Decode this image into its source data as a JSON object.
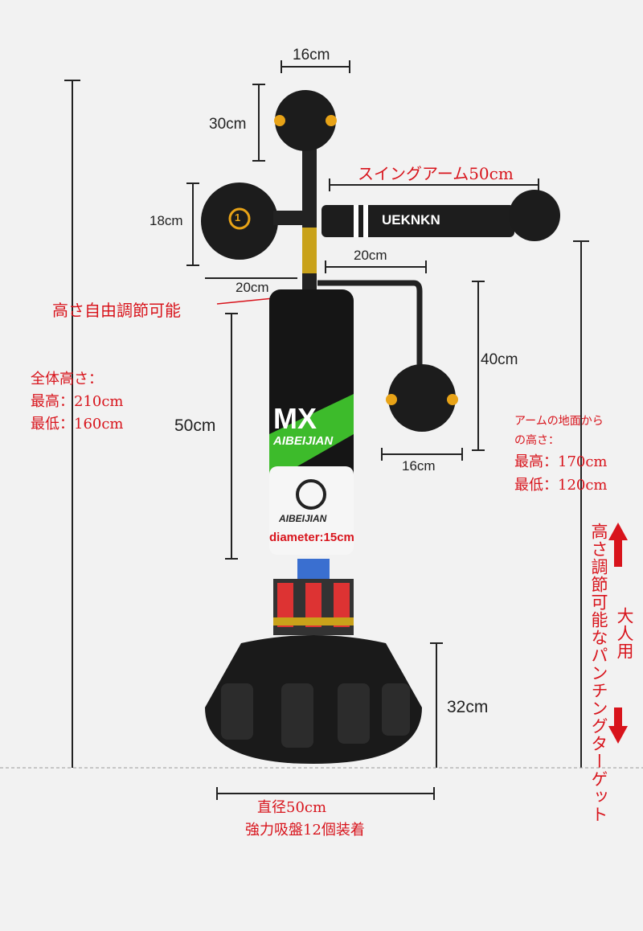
{
  "dimensions": {
    "top_ball_width": "16cm",
    "top_ball_height": "30cm",
    "swing_arm": "スイングアーム50cm",
    "side_disc": "18cm",
    "arm_offset": "20cm",
    "disc_offset": "20cm",
    "lower_target_drop": "40cm",
    "lower_ball_width": "16cm",
    "bag_height": "50cm",
    "bag_diameter": "diameter:15cm",
    "base_height": "32cm",
    "base_diameter": "直径50cm",
    "suction_cups": "強力吸盤12個装着"
  },
  "notes": {
    "height_adjustable": "高さ自由調節可能",
    "total_height_title": "全体高さ：",
    "total_max": "最高：210cm",
    "total_min": "最低：160cm",
    "arm_height_title_1": "アームの地面から",
    "arm_height_title_2": "の高さ：",
    "arm_max": "最高：170cm",
    "arm_min": "最低：120cm",
    "vertical_main": "高さ調節可能なパンチングターゲット",
    "vertical_side": "大人用"
  },
  "product": {
    "arm_logo": "UEKNKN",
    "bag_text_1": "MX",
    "bag_text_2": "AIBEIJIAN",
    "bag_text_3": "AIBEIJIAN",
    "disc_number": "1"
  },
  "colors": {
    "accent": "#d8141c",
    "green": "#3dbb2b",
    "gold": "#c9a21a"
  }
}
